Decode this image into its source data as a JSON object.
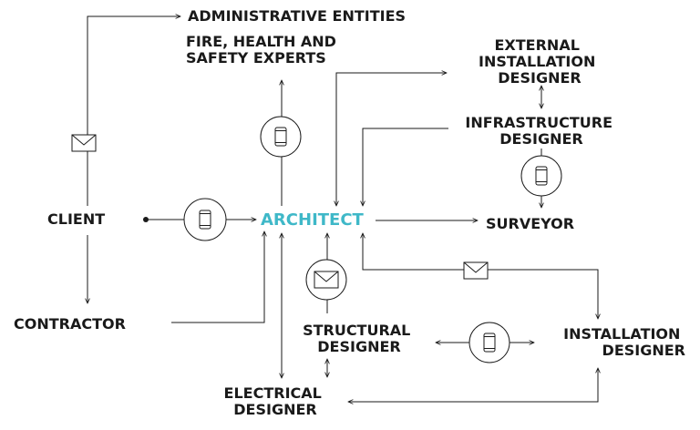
{
  "nodes": {
    "client": [
      "CLIENT"
    ],
    "architect": [
      "ARCHITECT"
    ],
    "administrative": [
      "ADMINISTRATIVE ENTITIES"
    ],
    "fire_health": [
      "FIRE, HEALTH AND",
      "SAFETY EXPERTS"
    ],
    "external_installation": [
      "EXTERNAL",
      "INSTALLATION",
      "DESIGNER"
    ],
    "infrastructure": [
      "INFRASTRUCTURE",
      "DESIGNER"
    ],
    "surveyor": [
      "SURVEYOR"
    ],
    "contractor": [
      "CONTRACTOR"
    ],
    "structural": [
      "STRUCTURAL",
      "DESIGNER"
    ],
    "installation": [
      "INSTALLATION",
      "DESIGNER"
    ],
    "electrical": [
      "ELECTRICAL",
      "DESIGNER"
    ]
  },
  "icons": {
    "mail": "envelope-icon",
    "phone": "phone-icon"
  },
  "colors": {
    "accent": "#3fb8c8",
    "ink": "#1a1a1a",
    "background": "#ffffff"
  }
}
